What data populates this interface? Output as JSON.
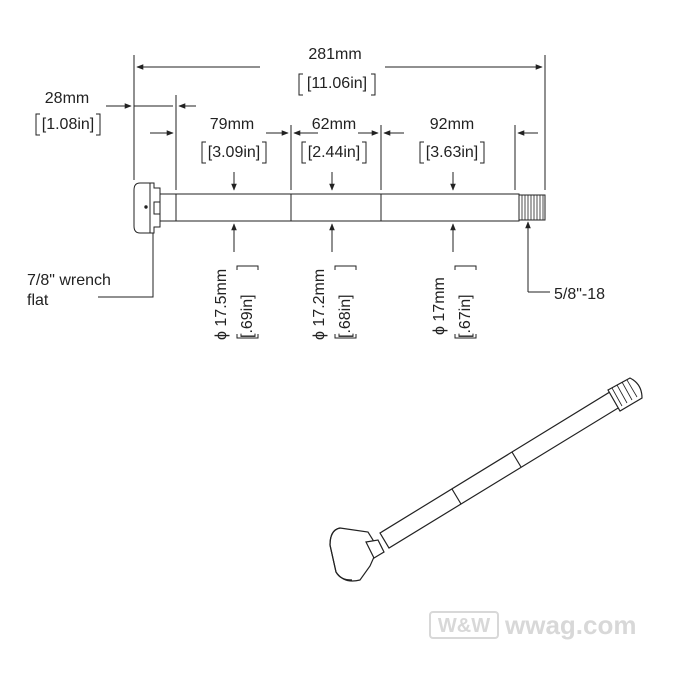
{
  "dimensions": {
    "overall": {
      "metric": "281mm",
      "imperial": "[11.06in]"
    },
    "head": {
      "metric": "28mm",
      "imperial": "[1.08in]"
    },
    "section1": {
      "metric": "79mm",
      "imperial": "[3.09in]"
    },
    "section2": {
      "metric": "62mm",
      "imperial": "[2.44in]"
    },
    "section3": {
      "metric": "92mm",
      "imperial": "[3.63in]"
    }
  },
  "diameters": {
    "d1": {
      "metric": "ϕ 17.5mm",
      "imperial": "[.69in]"
    },
    "d2": {
      "metric": "ϕ 17.2mm",
      "imperial": "[.68in]"
    },
    "d3": {
      "metric": "ϕ 17mm",
      "imperial": "[.67in]"
    }
  },
  "callouts": {
    "wrench_line1": "7/8\" wrench",
    "wrench_line2": "flat",
    "thread": "5/8\"-18"
  },
  "watermark": {
    "brand": "W&W",
    "site": "wwag.com"
  }
}
